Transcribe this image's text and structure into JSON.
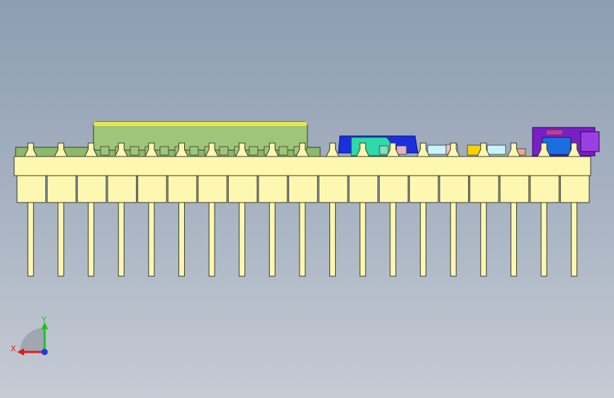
{
  "viewport": {
    "view": "front",
    "background_top": "#8d9db2",
    "background_bottom": "#c6cbd4"
  },
  "model": {
    "pin_count": 19,
    "colors": {
      "socket_body": "#fdf7b0",
      "socket_outline": "#3a3a2a",
      "pcb_green": "#8cb96a",
      "crystal_box": "#9fc57a",
      "blue_part": "#1a2fe0",
      "teal_part": "#2fd9a8",
      "purple_part": "#7a1fc4",
      "gold": "#f5d200",
      "light_blue": "#c8f4ff"
    }
  },
  "triad": {
    "x_label": "X",
    "y_label": "Y",
    "x_color": "#e81818",
    "y_color": "#22c022",
    "z_color": "#1a3de0",
    "icon": "coordinate-triad-icon"
  }
}
